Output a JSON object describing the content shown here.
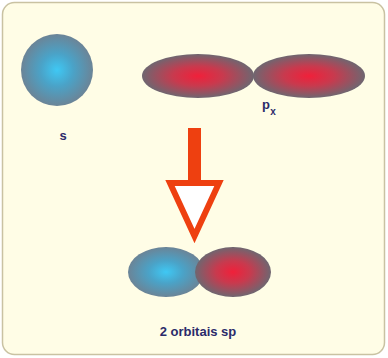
{
  "diagram": {
    "labels": [
      "s",
      "p",
      "x",
      "2 orbitais sp"
    ]
  }
}
